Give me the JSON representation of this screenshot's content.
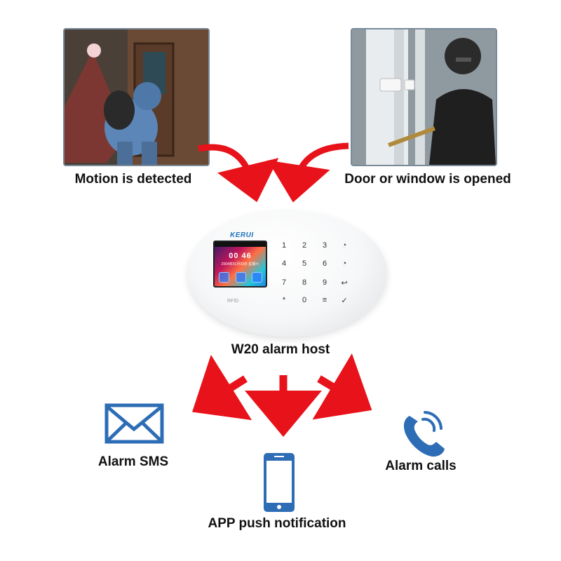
{
  "captions": {
    "motion": "Motion is detected",
    "door": "Door or window is opened",
    "host": "W20 alarm host",
    "sms": "Alarm SMS",
    "app": "APP push notification",
    "calls": "Alarm calls"
  },
  "device": {
    "brand": "KERUI",
    "time": "00 46",
    "date": "2004年01月03日 星期六",
    "rfid": "RFID",
    "keys": [
      "1",
      "2",
      "3",
      "◔",
      "4",
      "5",
      "6",
      "◔",
      "7",
      "8",
      "9",
      "↩",
      "*",
      "0",
      "≡",
      "✓"
    ]
  },
  "colors": {
    "arrow": "#e8121a",
    "icon_blue": "#2d6db5",
    "photo_border": "#7a8a99"
  },
  "icons": [
    "envelope-icon",
    "smartphone-icon",
    "phone-call-icon"
  ]
}
